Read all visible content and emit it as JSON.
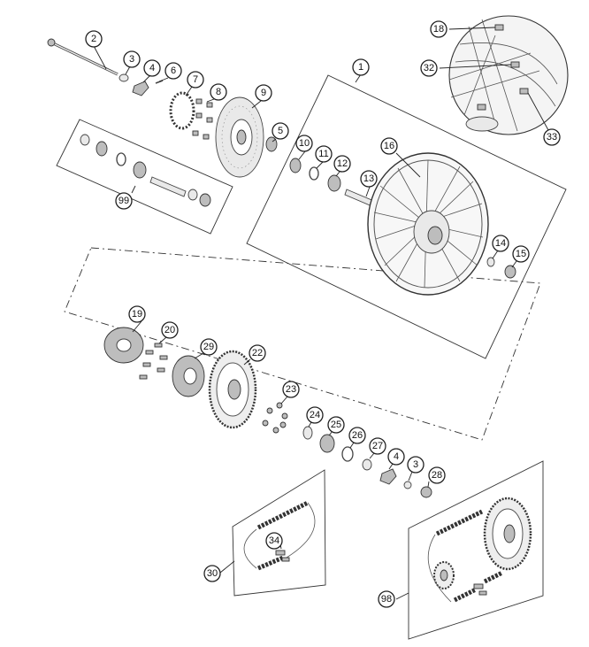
{
  "title": "",
  "callouts": {
    "c1": "1",
    "c2": "2",
    "c3a": "3",
    "c3b": "3",
    "c4a": "4",
    "c4b": "4",
    "c5": "5",
    "c6": "6",
    "c7": "7",
    "c8": "8",
    "c9": "9",
    "c10": "10",
    "c11": "11",
    "c12": "12",
    "c13": "13",
    "c14": "14",
    "c15": "15",
    "c16": "16",
    "c18": "18",
    "c19": "19",
    "c20": "20",
    "c22": "22",
    "c23": "23",
    "c24": "24",
    "c25": "25",
    "c26": "26",
    "c27": "27",
    "c28": "28",
    "c29": "29",
    "c30": "30",
    "c32": "32",
    "c33": "33",
    "c34": "34",
    "c98": "98",
    "c99": "99"
  },
  "icons": {
    "wheel": "spoked-rear-wheel-icon",
    "disc": "brake-disc-icon",
    "sprocket": "rear-sprocket-icon",
    "chain": "drive-chain-icon",
    "detail": "spoke-nipple-detail-icon"
  }
}
